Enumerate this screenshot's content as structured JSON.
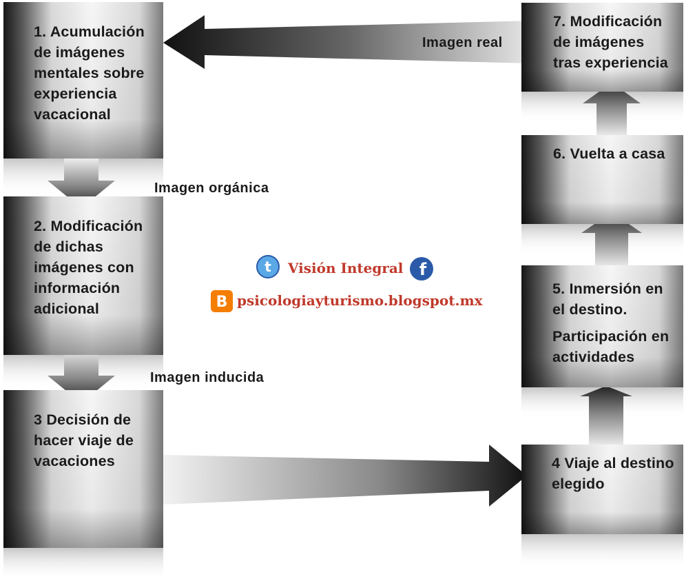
{
  "boxes": {
    "b1": {
      "lines": [
        "1. Acumulación",
        "de imágenes",
        "mentales sobre",
        "experiencia",
        "vacacional"
      ]
    },
    "b2": {
      "lines": [
        "2. Modificación",
        "de dichas",
        "imágenes con",
        "información",
        "adicional"
      ]
    },
    "b3": {
      "lines": [
        "3 Decisión de",
        "hacer viaje de",
        "vacaciones"
      ]
    },
    "b4": {
      "lines": [
        "4 Viaje al destino",
        "elegido"
      ]
    },
    "b5": {
      "lines": [
        "5. Inmersión en",
        "el destino."
      ],
      "lines2": [
        "Participación en",
        "actividades"
      ]
    },
    "b6": {
      "lines": [
        "6. Vuelta a casa"
      ]
    },
    "b7": {
      "lines": [
        "7. Modificación",
        "de imágenes",
        "tras experiencia"
      ]
    }
  },
  "labels": {
    "organica": "Imagen orgánica",
    "inducida": "Imagen inducida",
    "real": "Imagen real"
  },
  "brand": {
    "name": "Visión Integral",
    "url": "psicologiayturismo.blogspot.mx",
    "color": "#c0392b"
  },
  "icons": [
    "twitter-icon",
    "facebook-icon",
    "blogger-icon"
  ],
  "colors": {
    "blogger": "#f57d00",
    "social": "#2b5aa8"
  }
}
